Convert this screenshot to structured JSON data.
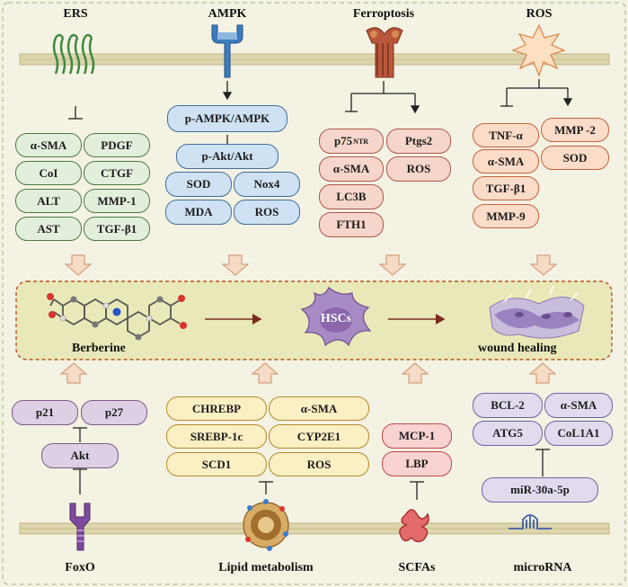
{
  "headers": {
    "ers": "ERS",
    "ampk": "AMPK",
    "ferroptosis": "Ferroptosis",
    "ros": "ROS"
  },
  "ers_markers": [
    "α-SMA",
    "PDGF",
    "CoI",
    "CTGF",
    "ALT",
    "MMP-1",
    "AST",
    "TGF-β1"
  ],
  "ampk": {
    "top": "p-AMPK/AMPK",
    "akt": "p-Akt/Akt",
    "markers": [
      "SOD",
      "Nox4",
      "MDA",
      "ROS"
    ]
  },
  "ferroptosis_markers": {
    "p75": "p75",
    "p75_sup": "NTR",
    "left": [
      "α-SMA",
      "LC3B",
      "FTH1"
    ],
    "right": [
      "Ptgs2",
      "ROS"
    ]
  },
  "ros_markers": {
    "left": [
      "TNF-α",
      "α-SMA",
      "TGF-β1",
      "MMP-9"
    ],
    "right": [
      "MMP -2",
      "SOD"
    ]
  },
  "center": {
    "berberine": "Berberine",
    "hscs": "HSCs",
    "wound_healing": "wound healing"
  },
  "foxo": {
    "pills": [
      "p21",
      "p27"
    ],
    "akt": "Akt",
    "footer": "FoxO"
  },
  "lipid": {
    "pills": [
      "CHREBP",
      "α-SMA",
      "SREBP-1c",
      "CYP2E1",
      "SCD1",
      "ROS"
    ],
    "footer": "Lipid metabolism"
  },
  "scfas": {
    "pills": [
      "MCP-1",
      "LBP"
    ],
    "footer": "SCFAs"
  },
  "microrna": {
    "pills": [
      "BCL-2",
      "α-SMA",
      "ATG5",
      "CoL1A1"
    ],
    "mir": "miR-30a-5p",
    "footer": "microRNA"
  },
  "colors": {
    "background": "#f4f2e3",
    "membrane": "#d8d0a6",
    "center_panel": "#e9e8b8",
    "big_arrow": "#f4dcc6",
    "dark_red_arrow": "#7a2a1e"
  }
}
